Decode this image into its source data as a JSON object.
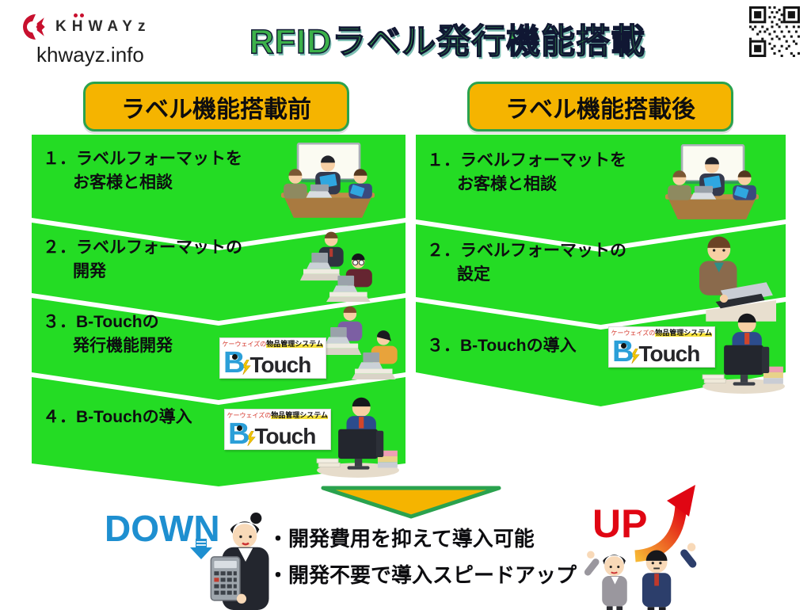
{
  "brand": {
    "name": "KHWAYz",
    "site": "khwayz.info"
  },
  "title": "RFIDラベル発行機能搭載",
  "before": {
    "header": "ラベル機能搭載前",
    "items": [
      {
        "l1": "１．ラベルフォーマットを",
        "l2": "お客様と相談"
      },
      {
        "l1": "２．ラベルフォーマットの",
        "l2": "開発"
      },
      {
        "l1": "３．B-Touchの",
        "l2": "発行機能開発"
      },
      {
        "l1": "４．B-Touchの導入",
        "l2": ""
      }
    ]
  },
  "after": {
    "header": "ラベル機能搭載後",
    "items": [
      {
        "l1": "１．ラベルフォーマットを",
        "l2": "お客様と相談"
      },
      {
        "l1": "２．ラベルフォーマットの",
        "l2": "設定"
      },
      {
        "l1": "３．B-Touchの導入",
        "l2": ""
      }
    ]
  },
  "btouch": {
    "prefix": "ケーウェイズの",
    "system": "物品管理システム",
    "b": "B",
    "touch": "Touch"
  },
  "bottom": {
    "down": "DOWN",
    "up": "UP",
    "bullets": [
      "・開発費用を抑えて導入可能",
      "・開発不要で導入スピードアップ"
    ]
  },
  "icons": {
    "qr": "qr-code-icon",
    "logo_mark": "khwayz-mark-icon",
    "funnel": "down-funnel-icon",
    "down_arrow": "down-arrow-icon",
    "up_arrow": "up-curved-arrow-icon"
  },
  "colors": {
    "step_green": "#24DC24",
    "header_gold": "#F5B400",
    "border_green": "#2AA24E",
    "title_green": "#3CB14A",
    "down_blue": "#1E8FD0",
    "up_red": "#E00613"
  }
}
